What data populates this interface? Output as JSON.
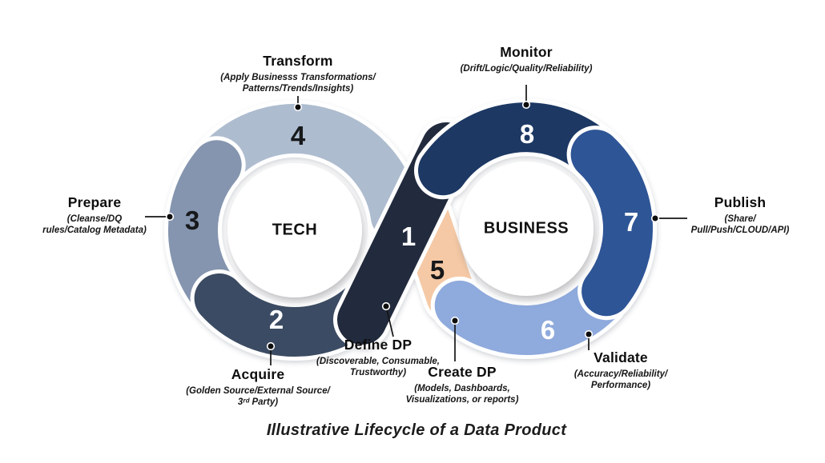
{
  "caption": "Illustrative Lifecycle of a Data Product",
  "loops": {
    "left": "TECH",
    "right": "BUSINESS"
  },
  "colors": {
    "seg4_tail": "#CDD6E4",
    "background": "#FFFFFF",
    "text": "#111111"
  },
  "steps": [
    {
      "num": "1",
      "name": "Define DP",
      "detail": [
        "(Discoverable, Consumable,",
        "Trustworthy)"
      ],
      "color": "#202B3C"
    },
    {
      "num": "2",
      "name": "Acquire",
      "detail": [
        "(Golden Source/External Source/",
        "3ʳᵈ Party)"
      ],
      "color": "#3B4B63"
    },
    {
      "num": "3",
      "name": "Prepare",
      "detail": [
        "(Cleanse/DQ",
        "rules/Catalog Metadata)"
      ],
      "color": "#8595AF"
    },
    {
      "num": "4",
      "name": "Transform",
      "detail": [
        "(Apply Businesss Transformations/",
        "Patterns/Trends/Insights)"
      ],
      "color": "#AEBCCF"
    },
    {
      "num": "5",
      "name": "Create DP",
      "detail": [
        "(Models, Dashboards,",
        "Visualizations, or reports)"
      ],
      "color": "#F5C9A5"
    },
    {
      "num": "6",
      "name": "Validate",
      "detail": [
        "(Accuracy/Reliability/",
        "Performance)"
      ],
      "color": "#8FAADC"
    },
    {
      "num": "7",
      "name": "Publish",
      "detail": [
        "(Share/",
        "Pull/Push/CLOUD/API)"
      ],
      "color": "#2F5496"
    },
    {
      "num": "8",
      "name": "Monitor",
      "detail": [
        "(Drift/Logic/Quality/Reliability)"
      ],
      "color": "#1F3864"
    }
  ]
}
